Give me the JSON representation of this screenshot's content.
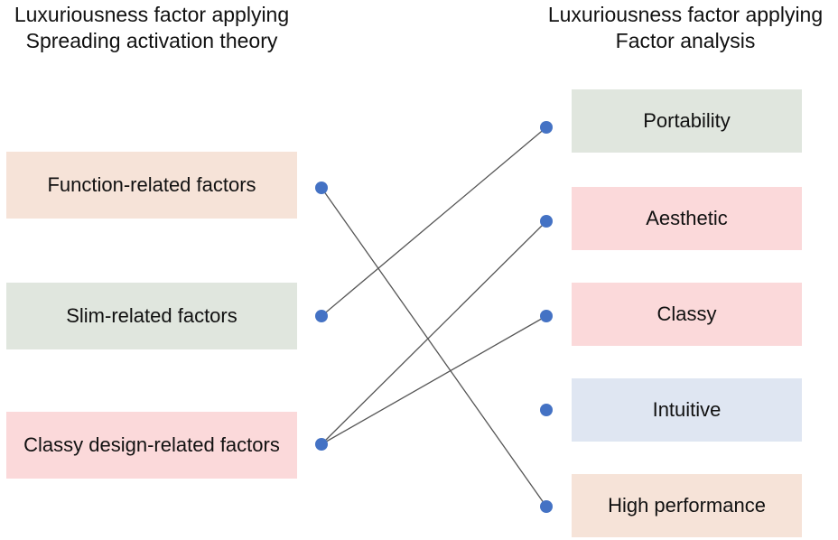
{
  "left_heading": {
    "line1": "Luxuriousness factor applying",
    "line2": "Spreading activation theory"
  },
  "right_heading": {
    "line1": "Luxuriousness factor applying",
    "line2": "Factor analysis"
  },
  "left_factors": [
    {
      "id": "function",
      "label": "Function-related factors",
      "color": "#f6e3d8"
    },
    {
      "id": "slim",
      "label": "Slim-related factors",
      "color": "#e0e6de"
    },
    {
      "id": "classy-design",
      "label": "Classy design-related factors",
      "color": "#fbd9da"
    }
  ],
  "right_factors": [
    {
      "id": "portability",
      "label": "Portability",
      "color": "#e0e6de"
    },
    {
      "id": "aesthetic",
      "label": "Aesthetic",
      "color": "#fbd9da"
    },
    {
      "id": "classy",
      "label": "Classy",
      "color": "#fbd9da"
    },
    {
      "id": "intuitive",
      "label": "Intuitive",
      "color": "#dfe6f2"
    },
    {
      "id": "high-performance",
      "label": "High performance",
      "color": "#f6e3d8"
    }
  ],
  "links": [
    {
      "from": "function",
      "to": "high-performance"
    },
    {
      "from": "slim",
      "to": "portability"
    },
    {
      "from": "classy-design",
      "to": "aesthetic"
    },
    {
      "from": "classy-design",
      "to": "classy"
    }
  ],
  "colors": {
    "dot": "#4472c4",
    "line": "#555555"
  }
}
